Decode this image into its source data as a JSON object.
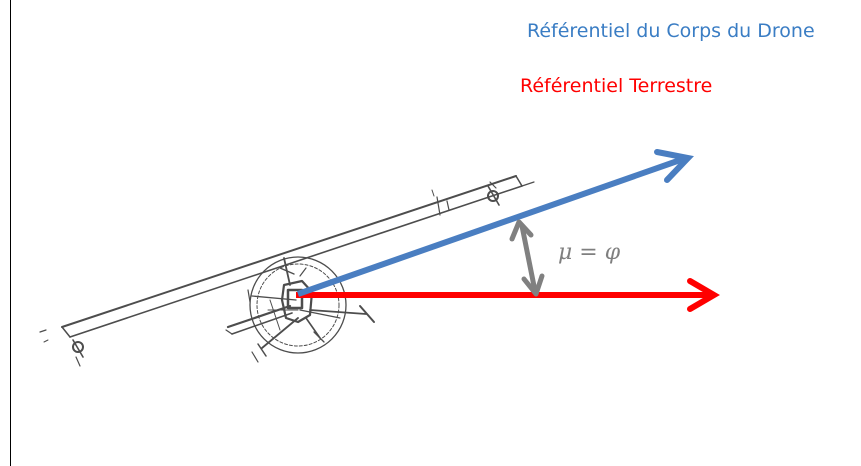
{
  "legend": {
    "body_frame_label": "Référentiel du Corps du Drone",
    "earth_frame_label": "Référentiel Terrestre"
  },
  "angle": {
    "label": "μ = φ"
  },
  "colors": {
    "body_frame": "#4a7ec1",
    "earth_frame": "#ff0000",
    "angle_arrow": "#808080",
    "label_gray": "#7f7f7f",
    "sketch": "#4d4d4d"
  },
  "icons": {
    "drone": "drone-sketch-icon"
  }
}
